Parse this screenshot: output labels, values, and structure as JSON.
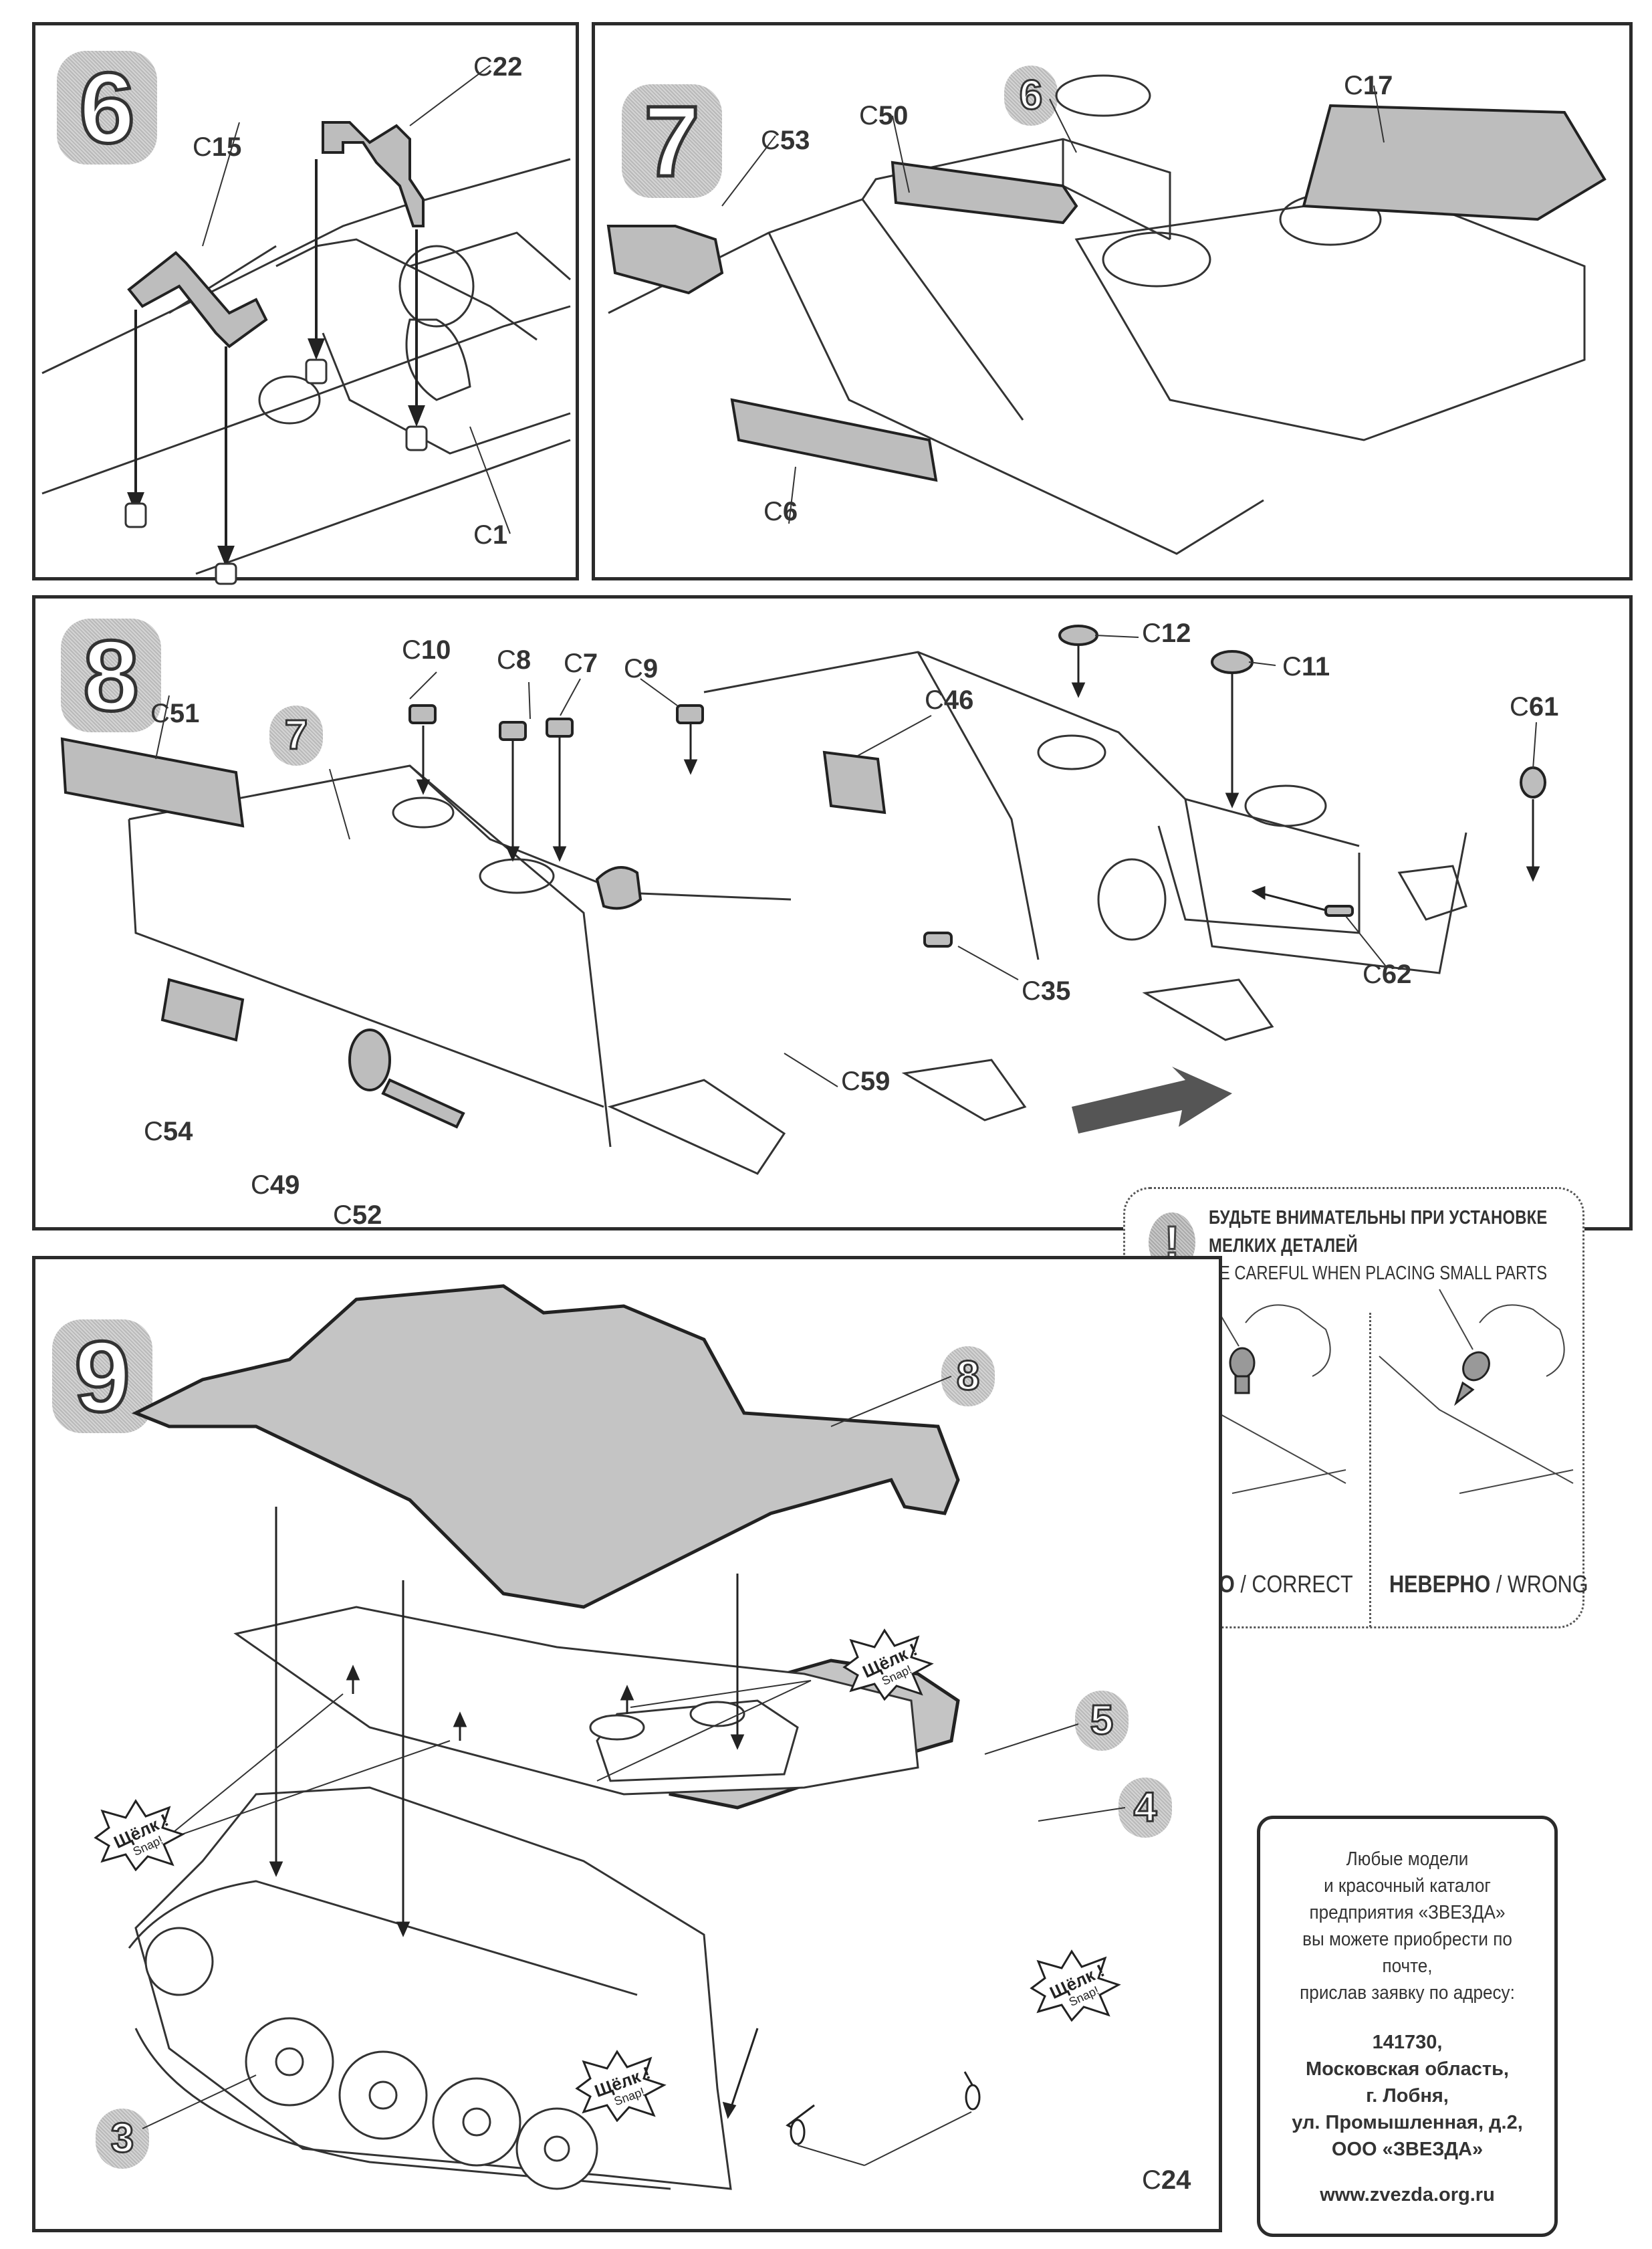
{
  "document": {
    "type": "model kit assembly instructions page",
    "brand": "ЗВЕЗДА"
  },
  "steps": [
    {
      "number": "6",
      "parts": [
        "C22",
        "C15",
        "C1"
      ]
    },
    {
      "number": "7",
      "reference_step": "6",
      "parts": [
        "C17",
        "C50",
        "C53",
        "C6"
      ]
    },
    {
      "number": "8",
      "reference_step": "7",
      "parts": [
        "C12",
        "C11",
        "C10",
        "C8",
        "C7",
        "C9",
        "C46",
        "C61",
        "C51",
        "C35",
        "C62",
        "C54",
        "C59",
        "C49",
        "C52"
      ]
    },
    {
      "number": "9",
      "reference_steps": [
        "8",
        "5",
        "4",
        "3"
      ],
      "parts": [
        "C24"
      ],
      "snap_callouts": [
        {
          "ru": "Щёлк !",
          "en": "Snap!"
        },
        {
          "ru": "Щёлк !",
          "en": "Snap!"
        },
        {
          "ru": "Щёлк !",
          "en": "Snap!"
        },
        {
          "ru": "Щёлк !",
          "en": "Snap!"
        }
      ]
    }
  ],
  "labels": {
    "s6": {
      "c22": {
        "p": "C",
        "n": "22"
      },
      "c15": {
        "p": "C",
        "n": "15"
      },
      "c1": {
        "p": "C",
        "n": "1"
      }
    },
    "s7": {
      "c53": {
        "p": "C",
        "n": "53"
      },
      "c50": {
        "p": "C",
        "n": "50"
      },
      "c17": {
        "p": "C",
        "n": "17"
      },
      "c6": {
        "p": "C",
        "n": "6"
      },
      "ref": "6"
    },
    "s8": {
      "c12": {
        "p": "C",
        "n": "12"
      },
      "c11": {
        "p": "C",
        "n": "11"
      },
      "c10": {
        "p": "C",
        "n": "10"
      },
      "c8": {
        "p": "C",
        "n": "8"
      },
      "c7": {
        "p": "C",
        "n": "7"
      },
      "c9": {
        "p": "C",
        "n": "9"
      },
      "c46": {
        "p": "C",
        "n": "46"
      },
      "c61": {
        "p": "C",
        "n": "61"
      },
      "c51": {
        "p": "C",
        "n": "51"
      },
      "c35": {
        "p": "C",
        "n": "35"
      },
      "c62": {
        "p": "C",
        "n": "62"
      },
      "c54": {
        "p": "C",
        "n": "54"
      },
      "c59": {
        "p": "C",
        "n": "59"
      },
      "c49": {
        "p": "C",
        "n": "49"
      },
      "c52": {
        "p": "C",
        "n": "52"
      },
      "ref": "7"
    },
    "s9": {
      "c24": {
        "p": "C",
        "n": "24"
      },
      "ref8": "8",
      "ref5": "5",
      "ref4": "4",
      "ref3": "3"
    }
  },
  "warning": {
    "icon": "exclamation-icon",
    "title_ru": "БУДЬТЕ ВНИМАТЕЛЬНЫ ПРИ УСТАНОВКЕ МЕЛКИХ ДЕТАЛЕЙ",
    "title_en": "BE CAREFUL WHEN PLACING SMALL PARTS",
    "correct": {
      "ru": "ВЕРНО",
      "sep": " / ",
      "en": "CORRECT"
    },
    "wrong": {
      "ru": "НЕВЕРНО",
      "sep": " / ",
      "en": "WRONG"
    }
  },
  "info": {
    "intro_lines": [
      "Любые модели",
      "и красочный каталог",
      "предприятия «ЗВЕЗДА»",
      "вы можете приобрести по почте,",
      "прислав заявку по адресу:"
    ],
    "address_lines": [
      "141730,",
      "Московская область,",
      "г. Лобня,",
      "ул. Промышленная, д.2,",
      "ООО «ЗВЕЗДА»"
    ],
    "url": "www.zvezda.org.ru"
  }
}
